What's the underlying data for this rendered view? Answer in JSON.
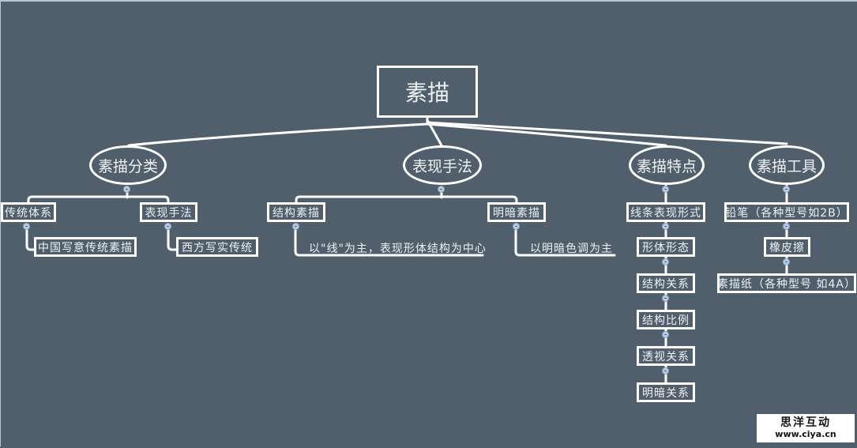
{
  "root": {
    "label": "素描"
  },
  "branches": [
    {
      "label": "素描分类",
      "children": [
        {
          "label": "传统体系",
          "children": [
            "中国写意传统素描"
          ]
        },
        {
          "label": "表现手法",
          "children": [
            "西方写实传统"
          ]
        }
      ]
    },
    {
      "label": "表现手法",
      "children": [
        {
          "label": "结构素描",
          "children": [
            "以\"线\"为主，表现形体结构为中心"
          ]
        },
        {
          "label": "明暗素描",
          "children": [
            "以明暗色调为主"
          ]
        }
      ]
    },
    {
      "label": "素描特点",
      "chain": [
        "线条表现形式",
        "形体形态",
        "结构关系",
        "结构比例",
        "透视关系",
        "明暗关系"
      ]
    },
    {
      "label": "素描工具",
      "chain": [
        "铅笔（各种型号如2B）",
        "橡皮擦",
        "素描纸（各种型号 如4A）"
      ]
    }
  ],
  "watermark": {
    "title": "思洋互动",
    "url": "www.ciya.cn"
  },
  "colors": {
    "background": "#515f6c",
    "line": "#ffffff",
    "collapse_button": "#b6cde6"
  }
}
